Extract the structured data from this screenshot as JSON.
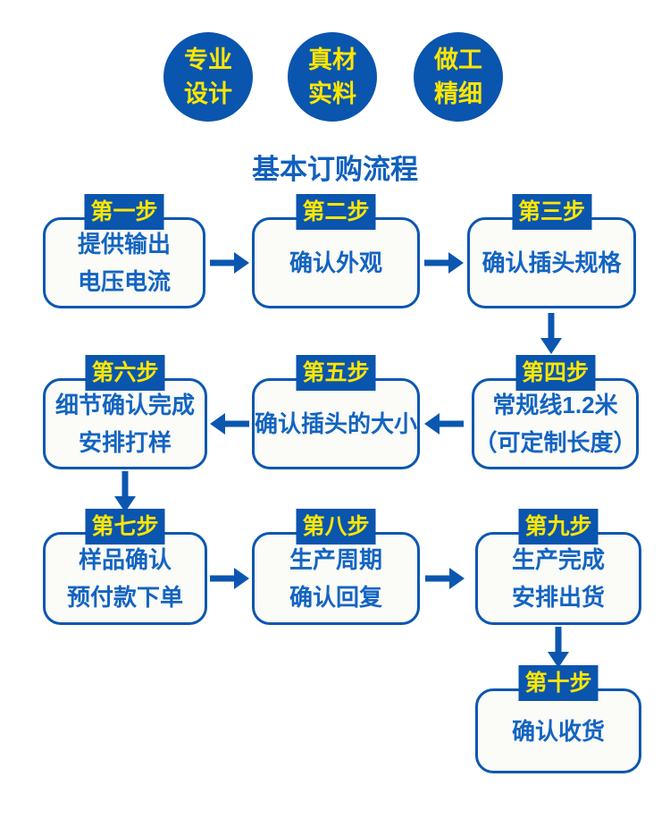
{
  "colors": {
    "primary_blue": "#0a55ae",
    "border_blue": "#0b57b0",
    "text_blue": "#1364c2",
    "title_blue": "#1160be",
    "accent_yellow": "#ffe600",
    "box_background": "#fbfbf8",
    "page_background": "#ffffff"
  },
  "header": {
    "feature_badges": [
      {
        "line1": "专业",
        "line2": "设计"
      },
      {
        "line1": "真材",
        "line2": "实料"
      },
      {
        "line1": "做工",
        "line2": "精细"
      }
    ],
    "title": "基本订购流程"
  },
  "steps": [
    {
      "badge": "第一步",
      "line1": "提供输出",
      "line2": "电压电流"
    },
    {
      "badge": "第二步",
      "line1": "确认外观"
    },
    {
      "badge": "第三步",
      "line1": "确认插头规格"
    },
    {
      "badge": "第四步",
      "line1": "常规线1.2米",
      "line2": "（可定制长度）"
    },
    {
      "badge": "第五步",
      "line1": "确认插头的大小"
    },
    {
      "badge": "第六步",
      "line1": "细节确认完成",
      "line2": "安排打样"
    },
    {
      "badge": "第七步",
      "line1": "样品确认",
      "line2": "预付款下单"
    },
    {
      "badge": "第八步",
      "line1": "生产周期",
      "line2": "确认回复"
    },
    {
      "badge": "第九步",
      "line1": "生产完成",
      "line2": "安排出货"
    },
    {
      "badge": "第十步",
      "line1": "确认收货"
    }
  ],
  "flow": {
    "connections": [
      {
        "from": 1,
        "to": 2,
        "direction": "right"
      },
      {
        "from": 2,
        "to": 3,
        "direction": "right"
      },
      {
        "from": 3,
        "to": 4,
        "direction": "down"
      },
      {
        "from": 4,
        "to": 5,
        "direction": "left"
      },
      {
        "from": 5,
        "to": 6,
        "direction": "left"
      },
      {
        "from": 6,
        "to": 7,
        "direction": "down"
      },
      {
        "from": 7,
        "to": 8,
        "direction": "right"
      },
      {
        "from": 8,
        "to": 9,
        "direction": "right"
      },
      {
        "from": 9,
        "to": 10,
        "direction": "down"
      }
    ]
  }
}
